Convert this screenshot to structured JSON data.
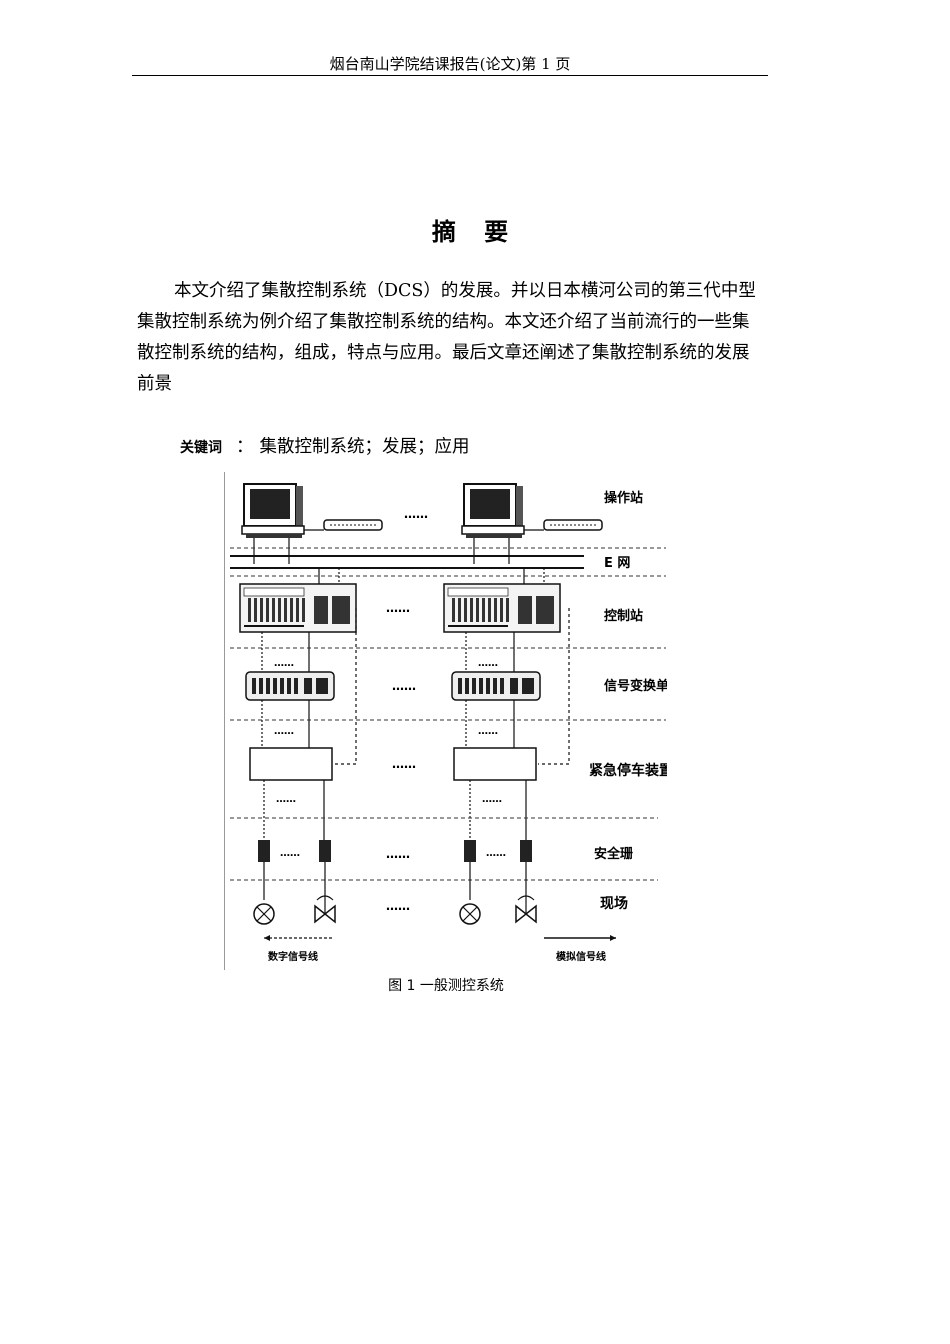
{
  "header": {
    "text": "烟台南山学院结课报告(论文)第 1 页"
  },
  "title": "摘 要",
  "abstract": "本文介绍了集散控制系统（DCS）的发展。并以日本横河公司的第三代中型集散控制系统为例介绍了集散控制系统的结构。本文还介绍了当前流行的一些集散控制系统的结构，组成，特点与应用。最后文章还阐述了集散控制系统的发展前景",
  "keywords": {
    "label": "关键词",
    "separator": "：",
    "value": "集散控制系统；发展；应用"
  },
  "figure": {
    "layers": {
      "operator_station": "操作站",
      "e_network": "E  网",
      "control_station": "控制站",
      "signal_unit": "信号变换单元",
      "emergency_stop": "紧急停车装置",
      "safety_barrier": "安全珊",
      "field": "现场"
    },
    "ellipsis": "……",
    "legend": {
      "digital": "数字信号线",
      "analog": "模拟信号线"
    },
    "caption": "图 1 一般测控系统"
  }
}
